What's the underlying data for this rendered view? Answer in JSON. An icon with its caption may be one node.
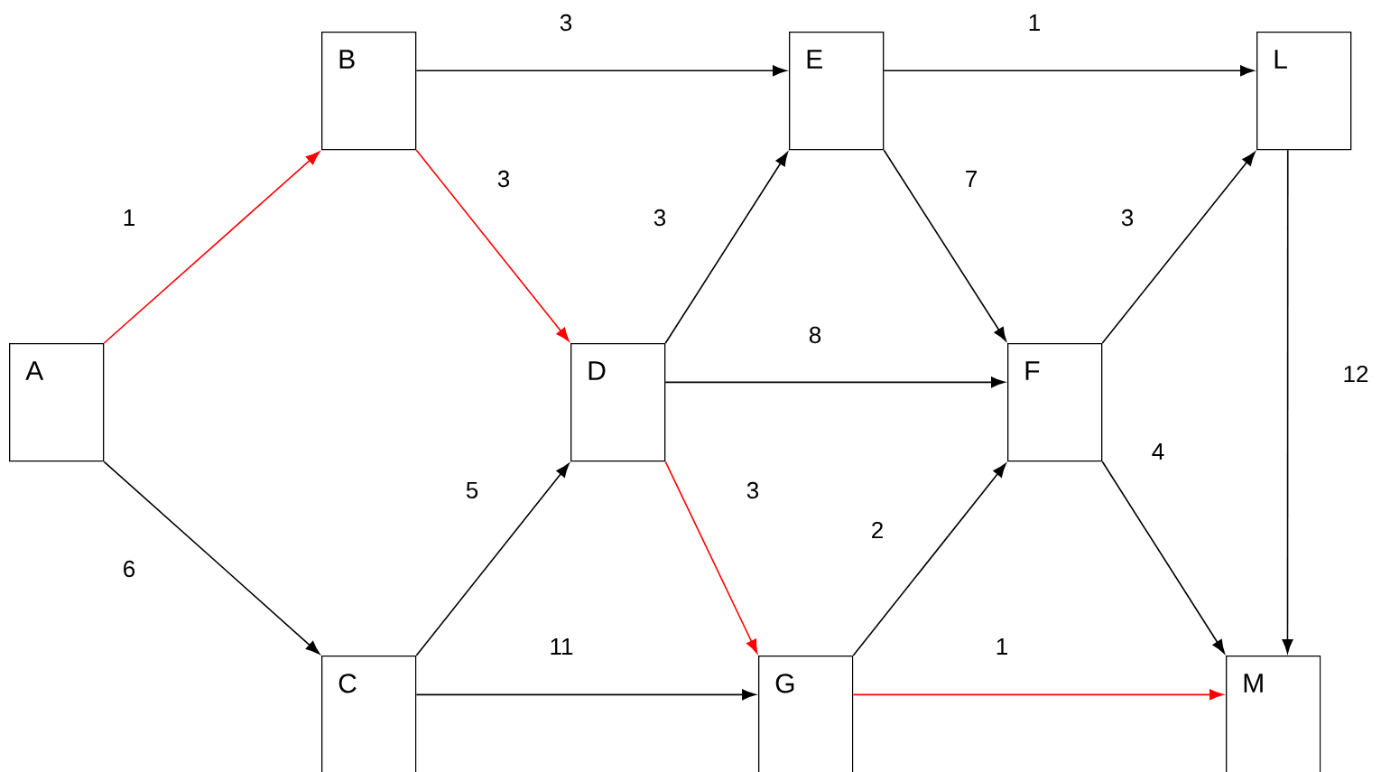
{
  "diagram": {
    "nodes": [
      {
        "text": [
          "A"
        ]
      },
      {
        "text": [
          "B"
        ]
      },
      {
        "text": [
          "C"
        ]
      },
      {
        "text": [
          "D"
        ]
      },
      {
        "text": [
          "E"
        ]
      },
      {
        "text": [
          "F"
        ]
      },
      {
        "text": [
          "G"
        ]
      },
      {
        "text": [
          "L"
        ]
      },
      {
        "text": [
          "M"
        ]
      }
    ],
    "edges": [
      {
        "from": 0,
        "to": 1,
        "arrow": "to",
        "label": "1",
        "color": "#ff0000"
      },
      {
        "from": 0,
        "to": 2,
        "arrow": "to",
        "label": "6"
      },
      {
        "from": 1,
        "to": 4,
        "arrow": "to",
        "label": "3"
      },
      {
        "from": 1,
        "to": 3,
        "arrow": "to",
        "label": "3",
        "color": "#ff0000"
      },
      {
        "from": 2,
        "to": 3,
        "arrow": "to",
        "label": "5"
      },
      {
        "from": 2,
        "to": 6,
        "arrow": "to",
        "label": "11"
      },
      {
        "from": 3,
        "to": 4,
        "arrow": "to",
        "label": "3"
      },
      {
        "from": 3,
        "to": 5,
        "arrow": "to",
        "label": "8"
      },
      {
        "from": 3,
        "to": 6,
        "arrow": "to",
        "label": "3",
        "color": "#ff0000"
      },
      {
        "from": 4,
        "to": 7,
        "arrow": "to",
        "label": "1"
      },
      {
        "from": 4,
        "to": 5,
        "arrow": "to",
        "label": "7"
      },
      {
        "from": 5,
        "to": 7,
        "arrow": "to",
        "label": "3"
      },
      {
        "from": 5,
        "to": 8,
        "arrow": "to",
        "label": "4"
      },
      {
        "from": 6,
        "to": 5,
        "arrow": "to",
        "label": "2"
      },
      {
        "from": 6,
        "to": 8,
        "arrow": "to",
        "label": "1",
        "color": "#ff0000"
      },
      {
        "from": 7,
        "to": 8,
        "arrow": "to",
        "label": "12"
      }
    ]
  }
}
